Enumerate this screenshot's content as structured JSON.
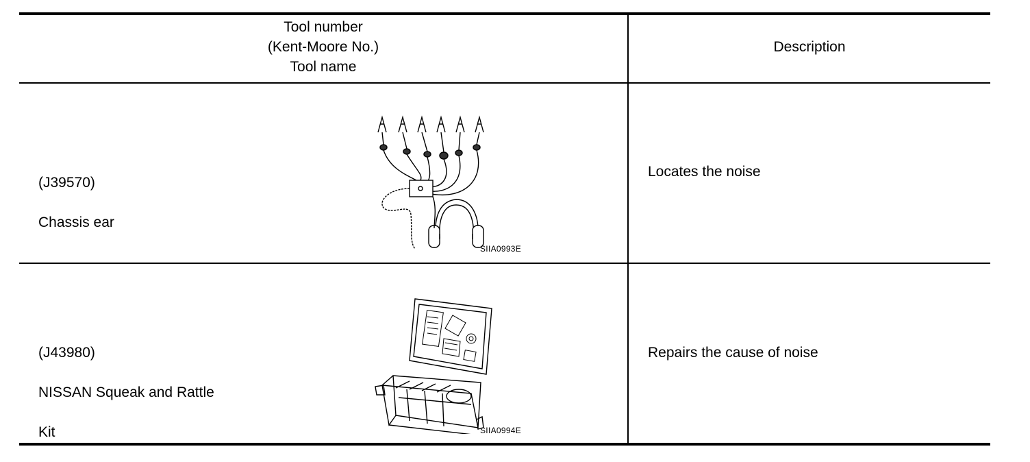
{
  "header": {
    "tool_line1": "Tool number",
    "tool_line2": "(Kent-Moore No.)",
    "tool_line3": "Tool name",
    "description": "Description"
  },
  "rows": [
    {
      "tool_number": "(J39570)",
      "tool_name": "Chassis ear",
      "description": "Locates the noise",
      "figure_code": "SIIA0993E"
    },
    {
      "tool_number": "(J43980)",
      "tool_name_line1": "NISSAN Squeak and Rattle",
      "tool_name_line2": "Kit",
      "description": "Repairs the cause of noise",
      "figure_code": "SIIA0994E"
    }
  ]
}
